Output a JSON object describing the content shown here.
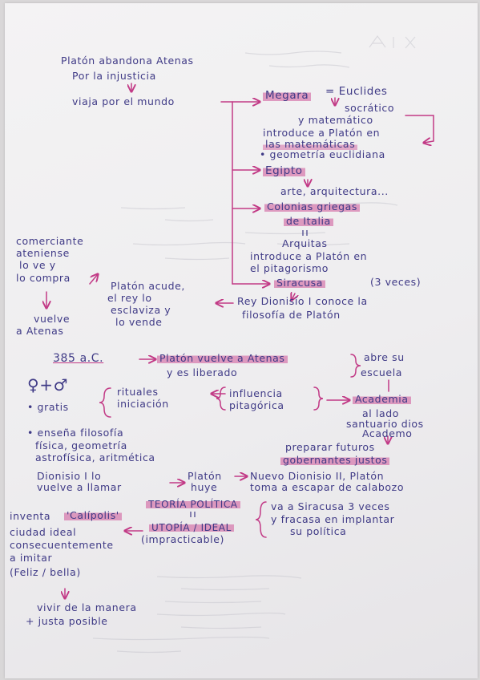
{
  "page": {
    "line_platon_abandona": "Platón abandona Atenas",
    "line_por_injusticia": "Por la injusticia",
    "line_viaja": "viaja por el mundo",
    "line_megara": "Megara",
    "line_euclides": "= Euclides",
    "line_socratico": "socrático",
    "line_y_matematico": "y matemático",
    "line_introduce_platon_en": "introduce a Platón en",
    "line_las_matematicas": "las matemáticas",
    "line_geometria": "• geometría euclidiana",
    "line_egipto": "Egipto",
    "line_arte_arquitectura": "arte, arquitectura...",
    "line_colonias_griegas": "Colonias griegas",
    "line_de_italia": "de Italia",
    "line_equals_mark": "II",
    "line_arquitas": "Arquitas",
    "line_introduce_platon_en_2": "introduce a Platón en",
    "line_el_pitagorismo": "el pitagorismo",
    "line_siracusa": "Siracusa",
    "line_3_veces": "(3 veces)",
    "line_comerciante": "comerciante",
    "line_ateniense": "ateniense",
    "line_lo_ve_y": "lo ve y",
    "line_lo_compra": "lo compra",
    "line_platon_acude": "Platón acude,",
    "line_el_rey_lo": "el rey lo",
    "line_esclaviza_y": "esclaviza y",
    "line_lo_vende": "lo vende",
    "line_rey_dionisio": "Rey Dionisio I conoce la",
    "line_filosofia_de_platon": "filosofía de Platón",
    "line_vuelve": "vuelve",
    "line_a_atenas": "a Atenas",
    "line_385": "385 a.C.",
    "line_platon_vuelve": "Platón vuelve a Atenas",
    "line_y_es_liberado": "y es liberado",
    "line_abre_su": "abre su",
    "line_escuela": "escuela",
    "line_gender_symbols": "♀+♂",
    "line_gratis": "• gratis",
    "line_rituales": "rituales",
    "line_iniciacion": "iniciación",
    "line_influencia": "influencia",
    "line_pitagorica": "pitagórica",
    "line_academia": "Academia",
    "line_al_lado": "al lado",
    "line_santuario": "santuario dios",
    "line_academo": "Academo",
    "line_ensena": "• enseña filosofía",
    "line_fisica": "física, geometría",
    "line_astrofisica": "astrofísica, aritmética",
    "line_preparar": "preparar futuros",
    "line_gobernantes": "gobernantes justos",
    "line_dionisio_i_lo": "Dionisio I lo",
    "line_vuelve_a_llamar": "vuelve a llamar",
    "line_platon_huye": "Platón",
    "line_huye": "huye",
    "line_nuevo_dionisio": "Nuevo Dionisio II, Platón",
    "line_toma_escapar": "toma a escapar de calabozo",
    "line_teoria_politica": "TEORÍA POLÍTICA",
    "line_equals_mark_2": "II",
    "line_utopia": "UTOPÍA / IDEAL",
    "line_impracticable": "(impracticable)",
    "line_va_a_siracusa": "va a Siracusa 3 veces",
    "line_y_fracasa": "y fracasa en implantar",
    "line_su_politica": "su política",
    "line_inventa": "inventa",
    "line_calipolis": "'Calípolis'",
    "line_ciudad_ideal": "ciudad ideal",
    "line_consecuentemente": "consecuentemente",
    "line_a_imitar": "a imitar",
    "line_feliz_bella": "(Feliz / bella)",
    "line_vivir": "vivir de la manera",
    "line_justa": "+ justa posible"
  }
}
